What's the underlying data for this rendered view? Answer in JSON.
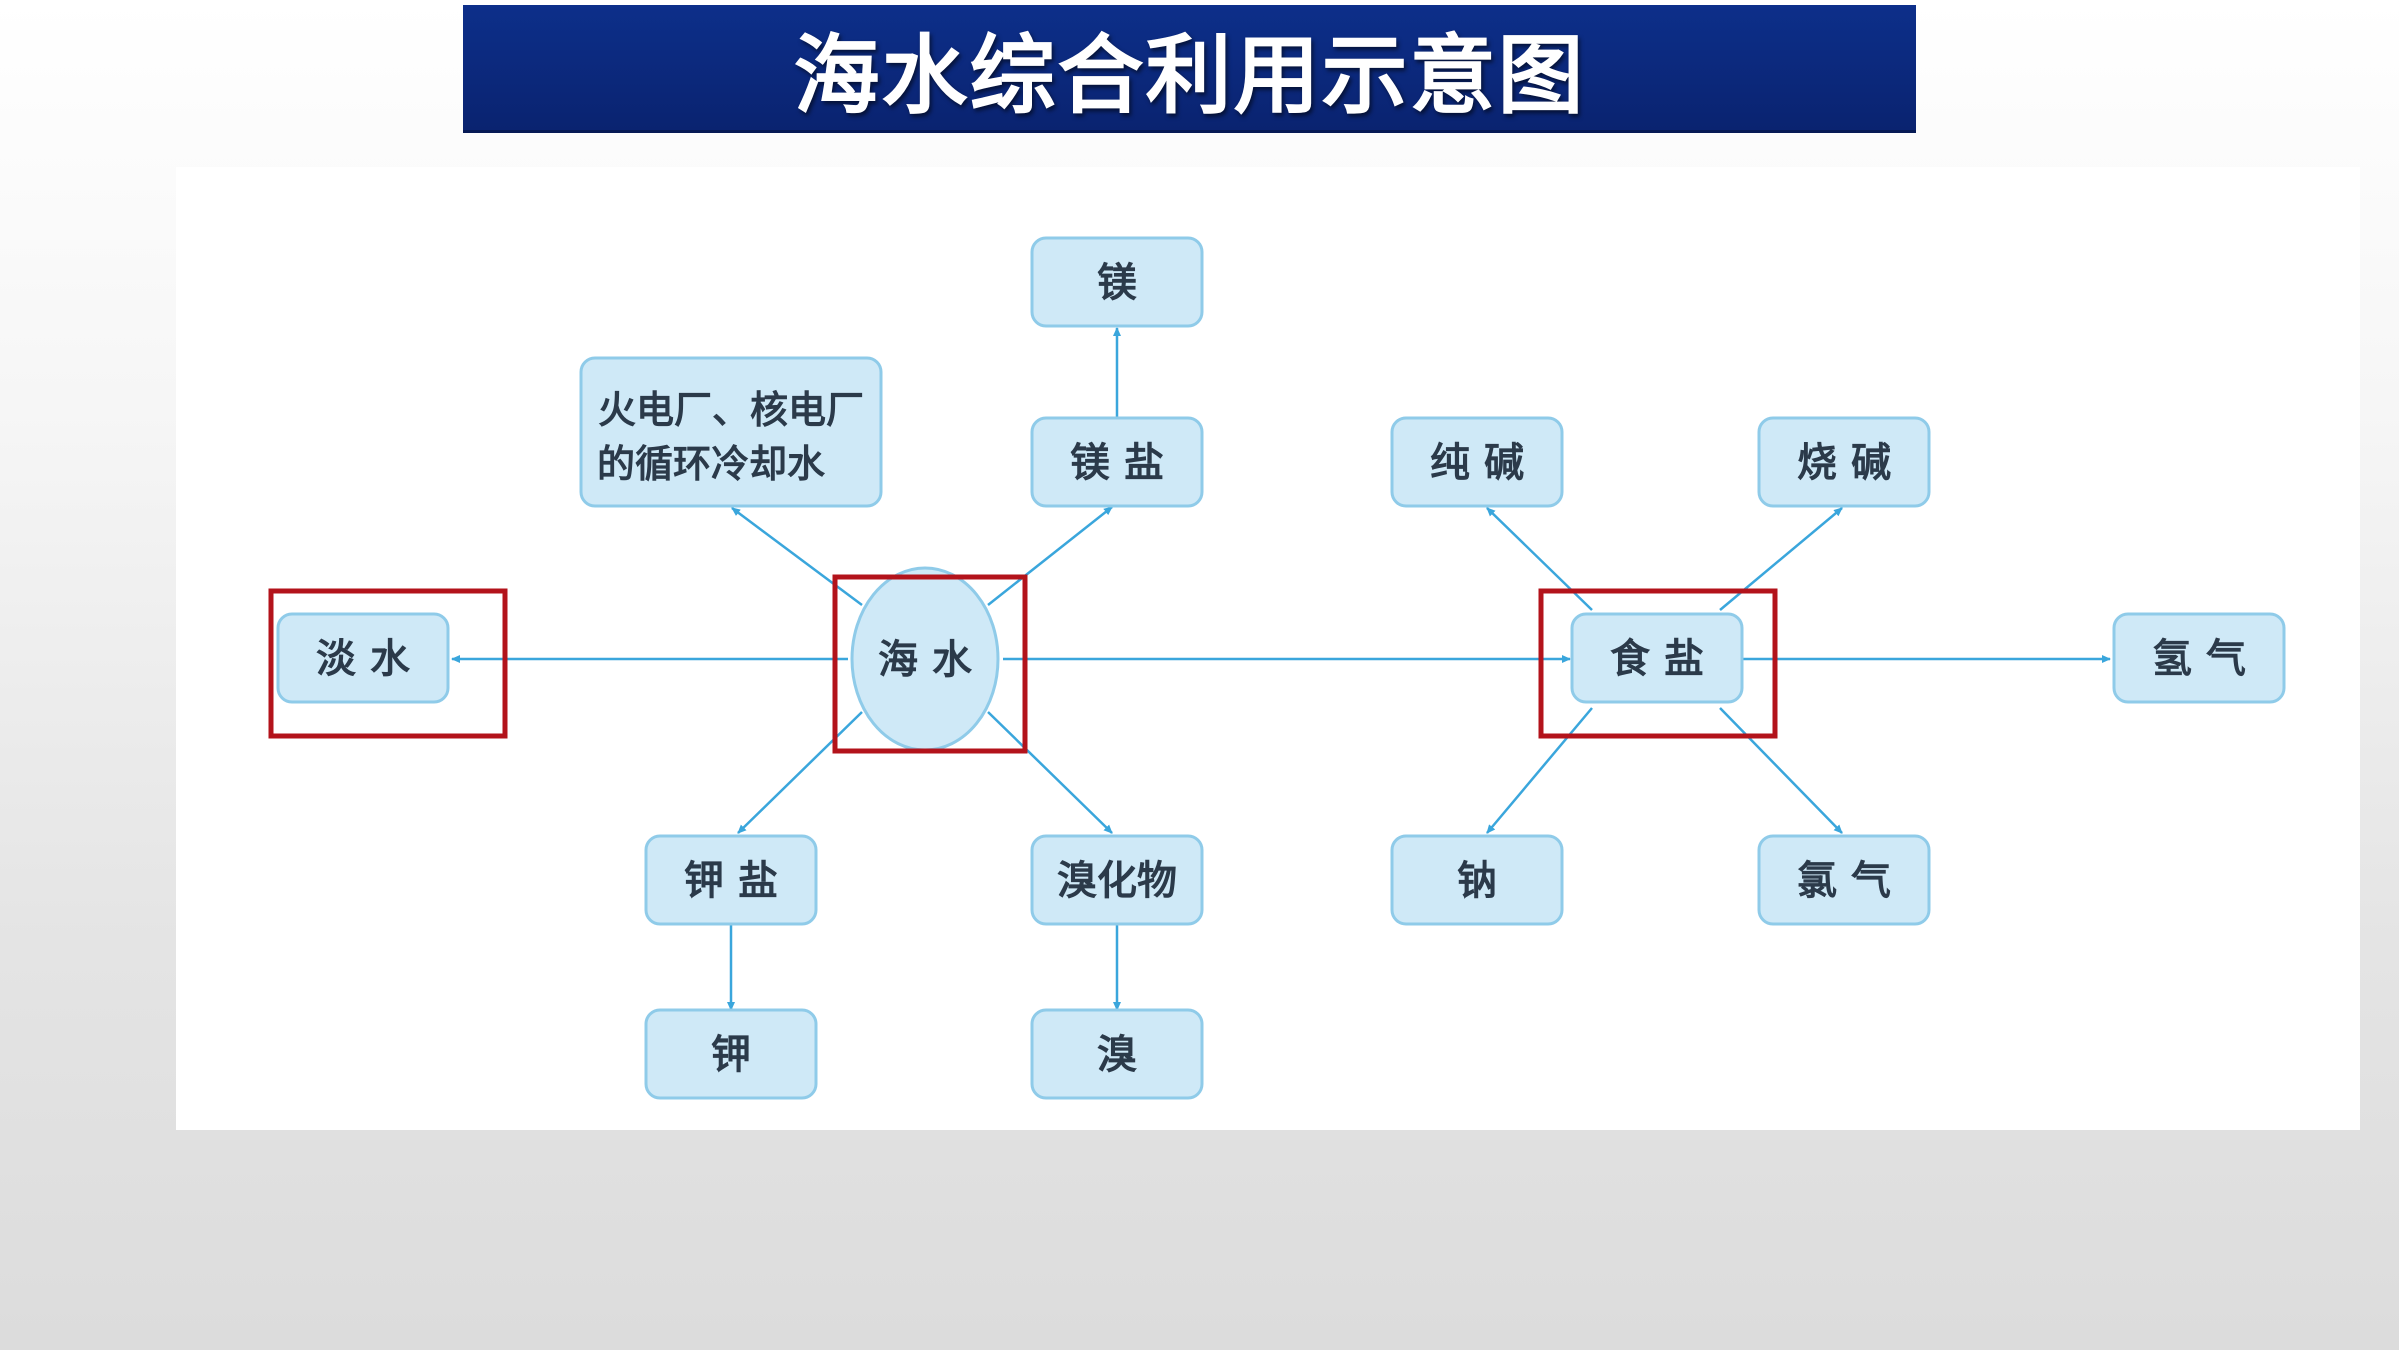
{
  "title": "海水综合利用示意图",
  "colors": {
    "title_bg": "#0d2f8a",
    "node_fill": "#cfe9f7",
    "node_stroke": "#8fcbe9",
    "arrow": "#3aa6dc",
    "highlight": "#b3131b"
  },
  "nodes": {
    "seawater": "海 水",
    "freshwater": "淡 水",
    "cooling_line1": "火电厂、核电厂",
    "cooling_line2": "的循环冷却水",
    "magnesium_salt": "镁 盐",
    "magnesium": "镁",
    "potassium_salt": "钾 盐",
    "potassium": "钾",
    "bromide": "溴化物",
    "bromine": "溴",
    "salt": "食 盐",
    "soda_ash": "纯 碱",
    "caustic_soda": "烧 碱",
    "sodium": "钠",
    "chlorine": "氯 气",
    "hydrogen": "氢 气"
  }
}
